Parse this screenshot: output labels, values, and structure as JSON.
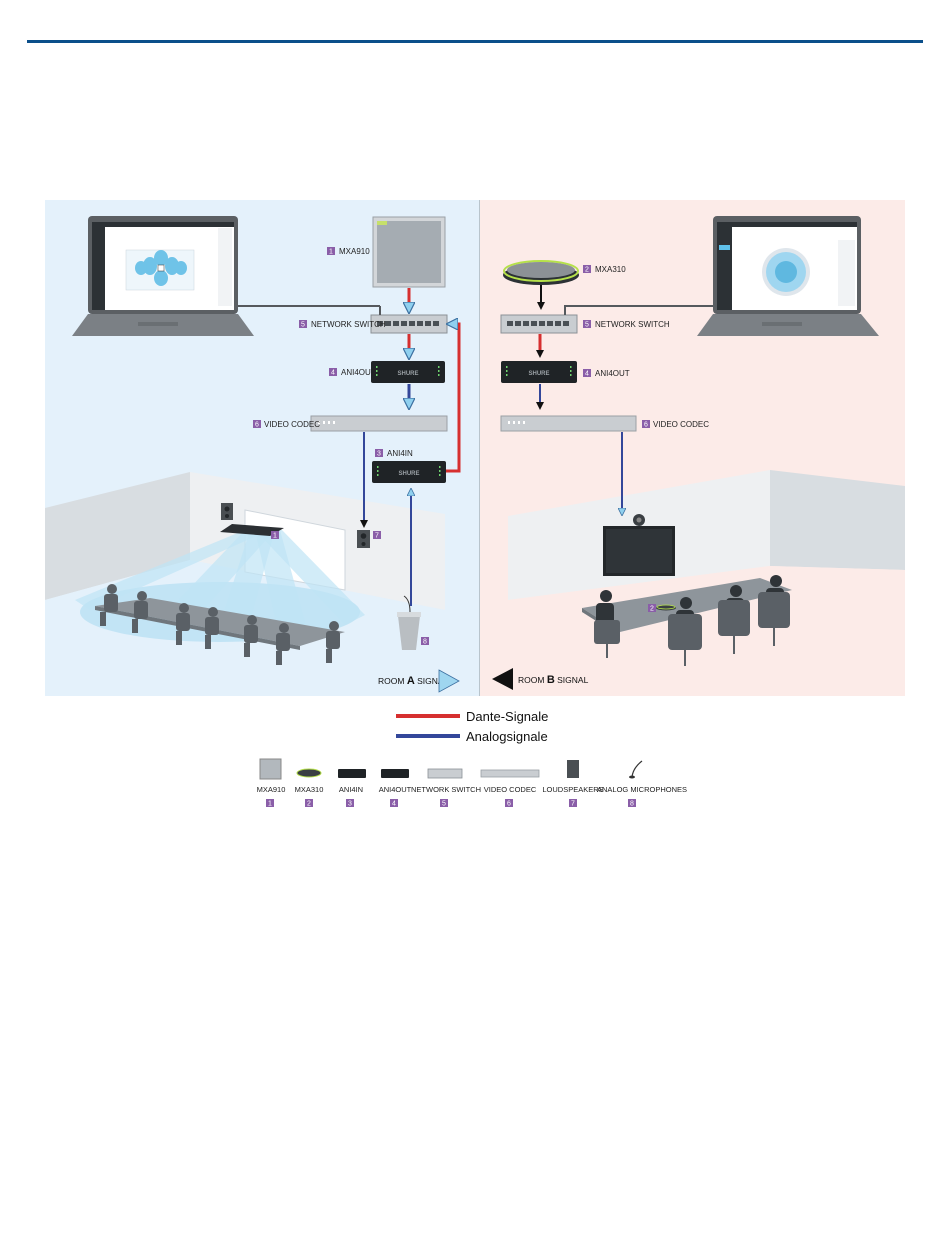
{
  "colors": {
    "dante": "#d62f2f",
    "analog": "#33479a",
    "accent_rule": "#0b4f8a",
    "room_a_bg": "#e4f1fb",
    "room_b_bg": "#fcebe8",
    "badge": "#8a5ea8"
  },
  "room_a": {
    "mxa910": {
      "num": "1",
      "label": "MXA910"
    },
    "network_switch": {
      "num": "5",
      "label": "NETWORK SWITCH"
    },
    "ani4out": {
      "num": "4",
      "label": "ANI4OUT"
    },
    "video_codec": {
      "num": "6",
      "label": "VIDEO CODEC"
    },
    "ani4in": {
      "num": "3",
      "label": "ANI4IN"
    },
    "ceiling_mic_badge": "1",
    "loudspeaker_badge": "7",
    "mic_badge": "8",
    "signal_prefix": "ROOM ",
    "signal_room": "A",
    "signal_suffix": " SIGNAL"
  },
  "room_b": {
    "mxa310": {
      "num": "2",
      "label": "MXA310"
    },
    "network_switch": {
      "num": "5",
      "label": "NETWORK SWITCH"
    },
    "ani4out": {
      "num": "4",
      "label": "ANI4OUT"
    },
    "video_codec": {
      "num": "6",
      "label": "VIDEO CODEC"
    },
    "table_mic_badge": "2",
    "signal_prefix": "ROOM ",
    "signal_room": "B",
    "signal_suffix": " SIGNAL"
  },
  "device_brand": "SHURE",
  "legend": {
    "dante": "Dante-Signale",
    "analog": "Analogsignale"
  },
  "key": [
    {
      "label": "MXA910",
      "num": "1",
      "icon": "mxa910-icon"
    },
    {
      "label": "MXA310",
      "num": "2",
      "icon": "mxa310-icon"
    },
    {
      "label": "ANI4IN",
      "num": "3",
      "icon": "ani4in-icon"
    },
    {
      "label": "ANI4OUT",
      "num": "4",
      "icon": "ani4out-icon"
    },
    {
      "label": "NETWORK SWITCH",
      "num": "5",
      "icon": "network-switch-icon"
    },
    {
      "label": "VIDEO CODEC",
      "num": "6",
      "icon": "video-codec-icon"
    },
    {
      "label": "LOUDSPEAKERS",
      "num": "7",
      "icon": "loudspeaker-icon"
    },
    {
      "label": "ANALOG MICROPHONES",
      "num": "8",
      "icon": "microphone-icon"
    }
  ]
}
